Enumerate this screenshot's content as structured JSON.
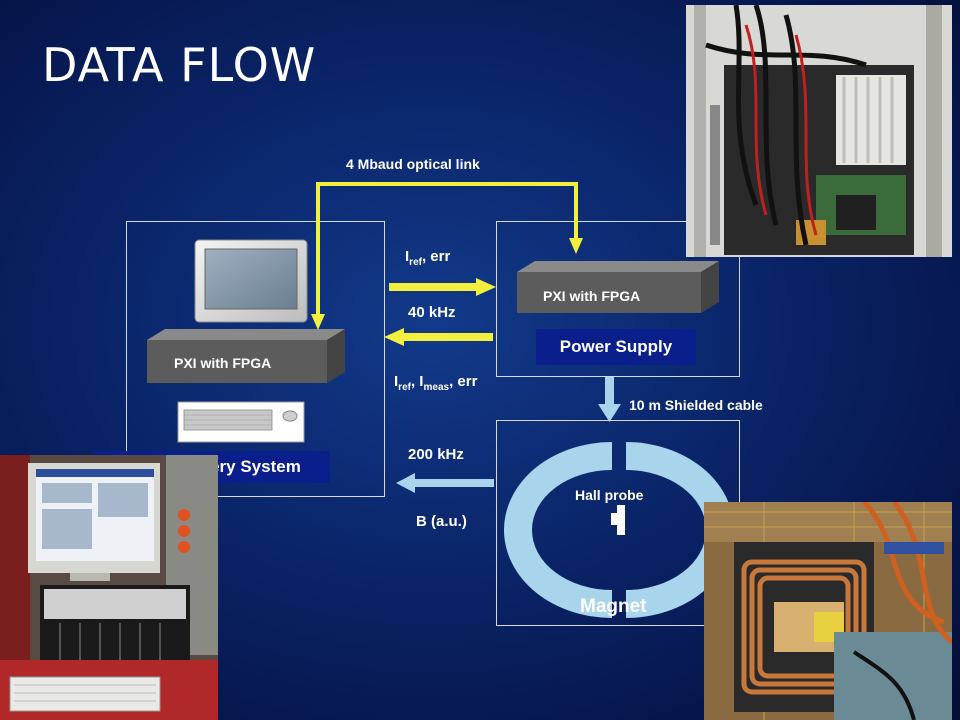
{
  "slide": {
    "title": "DATA FLOW"
  },
  "optical_link": {
    "label": "4 Mbaud optical link"
  },
  "dose_delivery": {
    "fpga_label": "PXI with FPGA",
    "name": "Dose Delivery System"
  },
  "power_supply": {
    "fpga_label": "PXI with FPGA",
    "name": "Power Supply"
  },
  "magnet": {
    "name": "Magnet",
    "probe_label": "Hall probe"
  },
  "signals": {
    "to_ps": {
      "main": "I",
      "sub": "ref",
      "rest": ", err"
    },
    "ps_rate": "40 kHz",
    "from_ps": {
      "i1": "I",
      "s1": "ref",
      "mid": ", I",
      "s2": "meas",
      "rest": ", err"
    },
    "magnet_rate": "200 kHz",
    "field": "B (a.u.)",
    "cable": "10 m Shielded cable"
  },
  "colors": {
    "background": "#0a2468",
    "optical": "#f2f03c",
    "arrow_light": "#a8d4ec",
    "pxi_front": "#5c5c5c",
    "tag": "#0b1f8c"
  }
}
